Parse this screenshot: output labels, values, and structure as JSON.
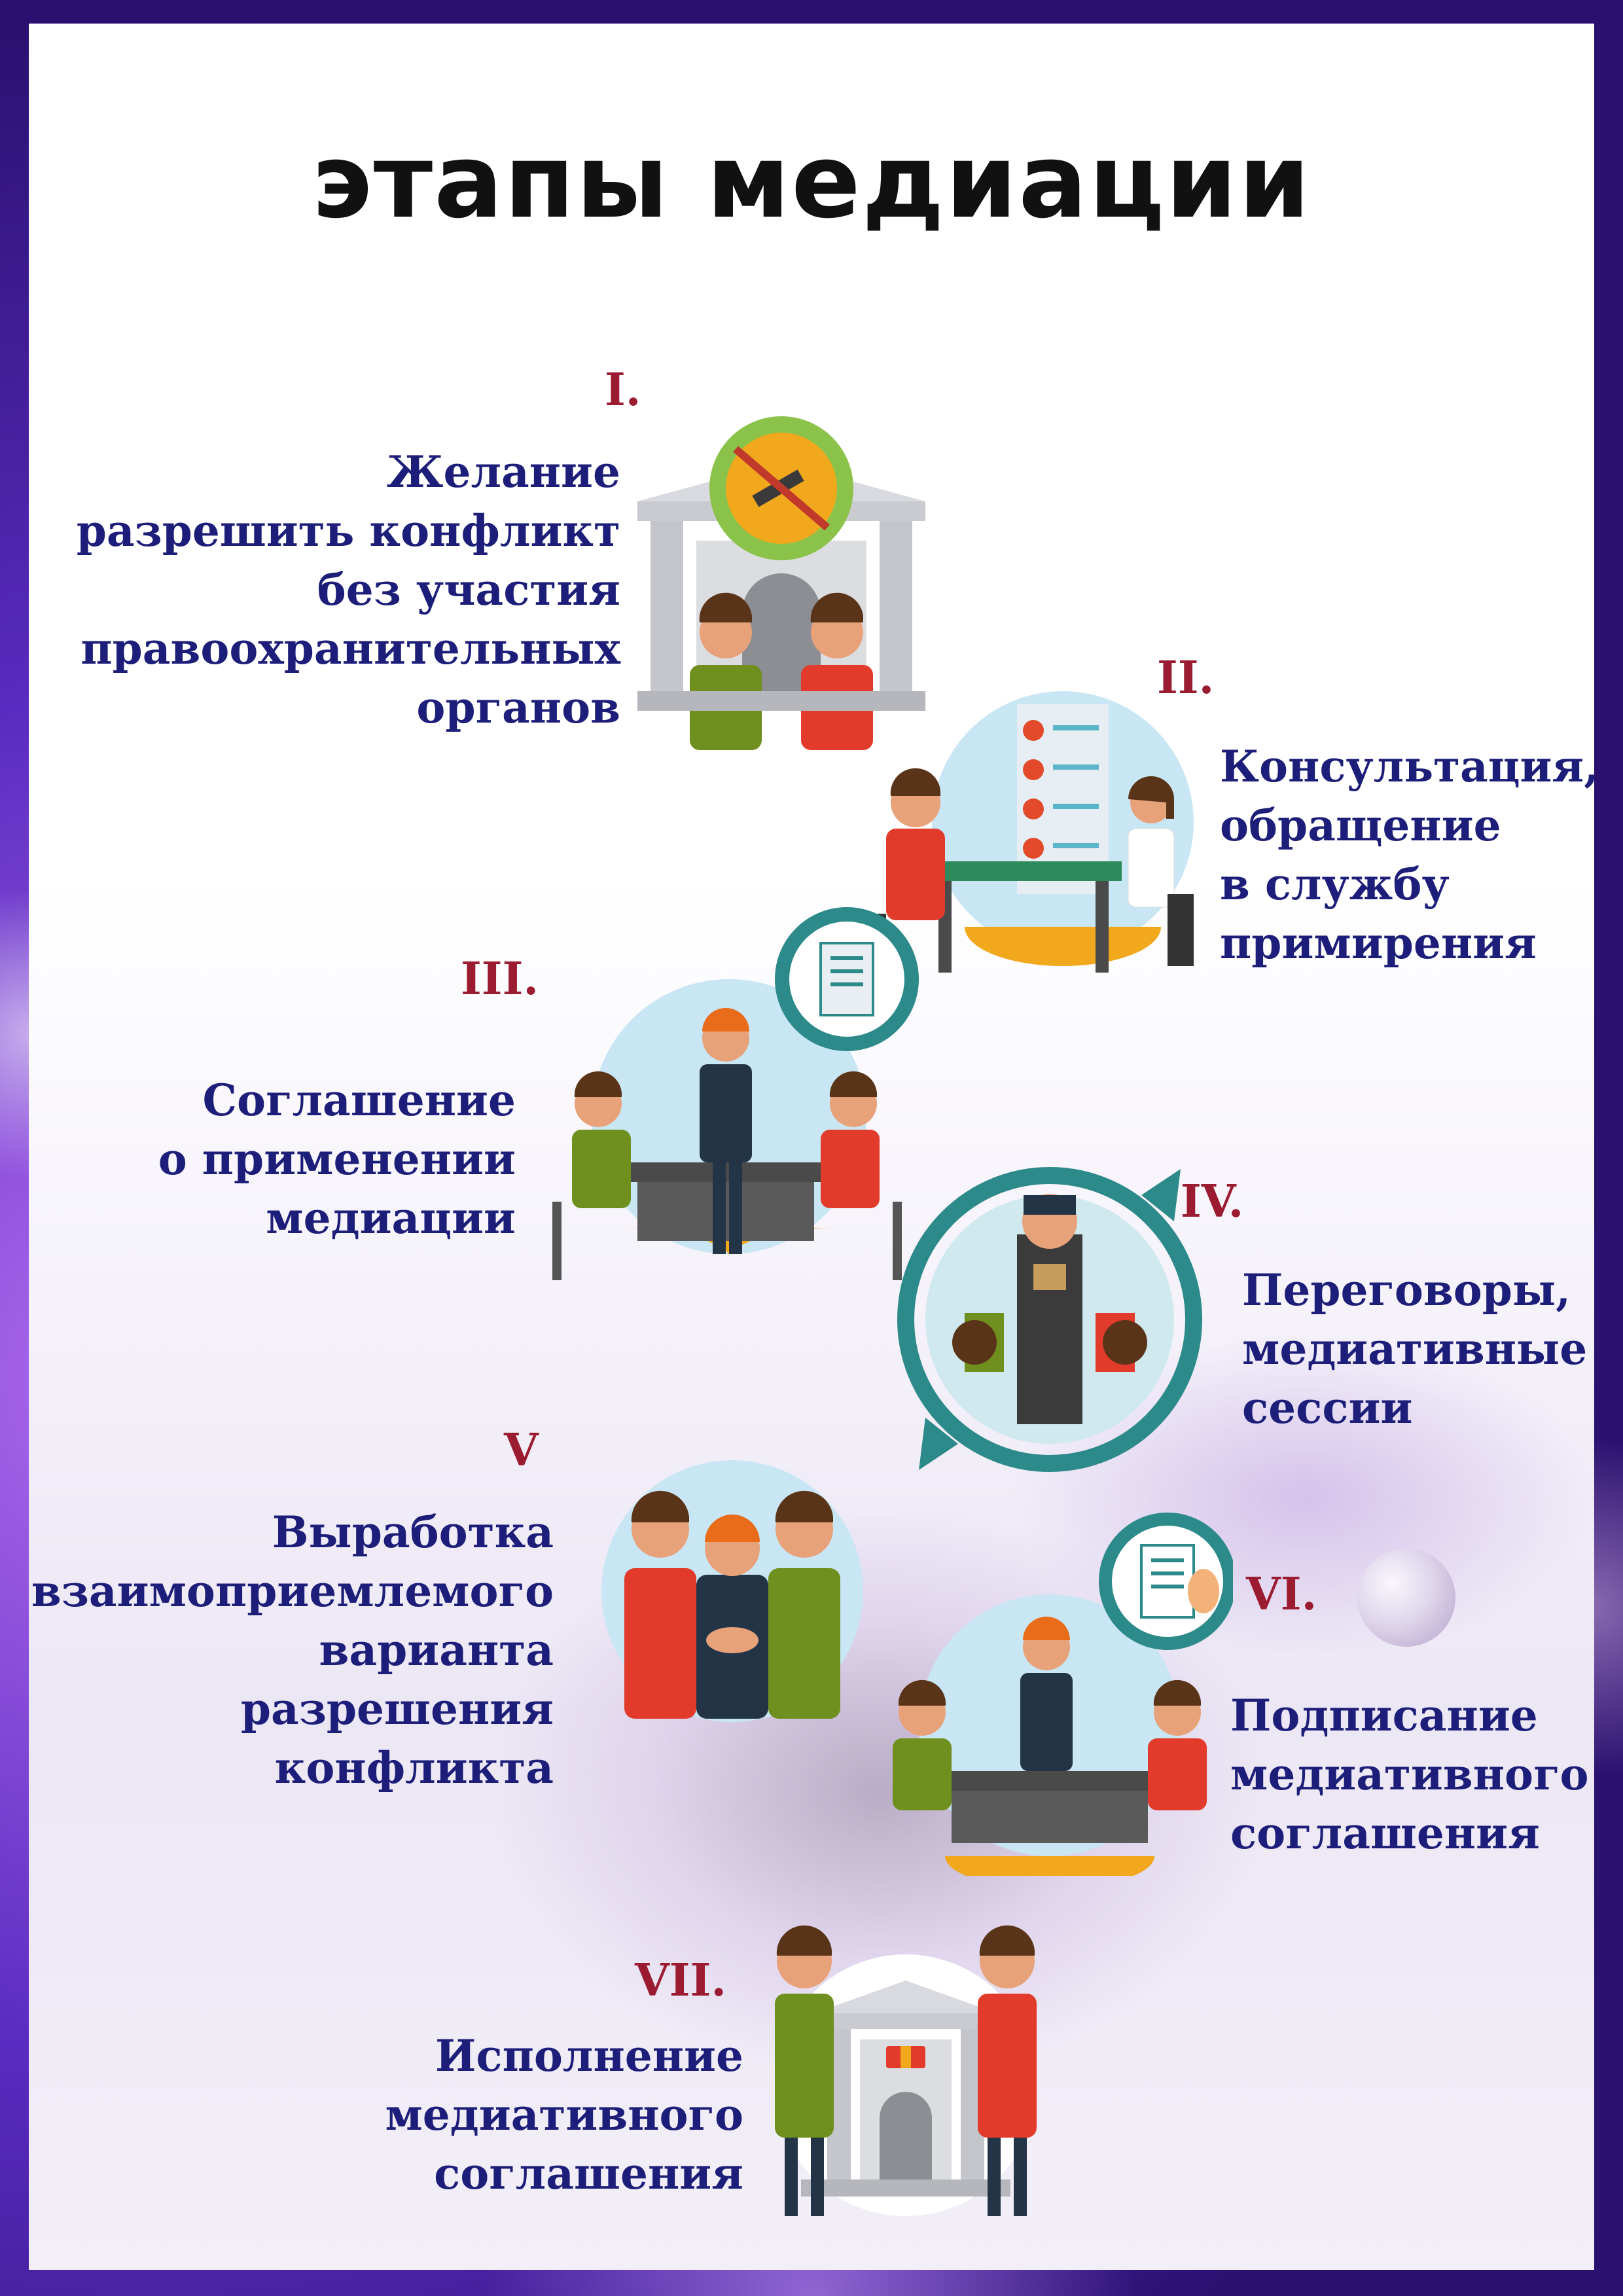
{
  "title": "этапы медиации",
  "stages": [
    {
      "numeral": "I.",
      "lines": [
        "Желание",
        "разрешить конфликт",
        "без участия",
        "правоохранительных",
        "органов"
      ],
      "icon": "courthouse-no-gavel-icon"
    },
    {
      "numeral": "II.",
      "lines": [
        "Консультация,",
        "обращение",
        "в службу",
        "примирения"
      ],
      "icon": "consultation-office-icon"
    },
    {
      "numeral": "III.",
      "lines": [
        "Соглашение",
        "о применении",
        "медиации"
      ],
      "icon": "agreement-meeting-icon"
    },
    {
      "numeral": "IV.",
      "lines": [
        "Переговоры,",
        "медиативные",
        "сессии"
      ],
      "icon": "negotiation-table-icon"
    },
    {
      "numeral": "V",
      "lines": [
        "Выработка",
        "взаимоприемлемого",
        "варианта",
        "разрешения",
        "конфликта"
      ],
      "icon": "handshake-group-icon"
    },
    {
      "numeral": "VI.",
      "lines": [
        "Подписание",
        "медиативного",
        "соглашения"
      ],
      "icon": "signing-document-icon"
    },
    {
      "numeral": "VII.",
      "lines": [
        "Исполнение",
        "медиативного",
        "соглашения"
      ],
      "icon": "exchange-courthouse-icon"
    }
  ],
  "colors": {
    "numeral": "#9b1b30",
    "text": "#1d1e7a",
    "circle": "#c8e6f4",
    "teal": "#2d8a8a",
    "orange": "#f2a81d"
  }
}
